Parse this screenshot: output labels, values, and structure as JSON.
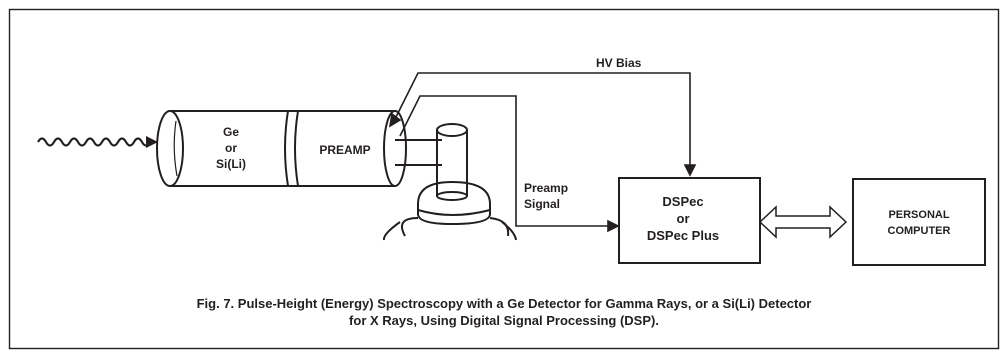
{
  "diagram": {
    "detector_label_lines": [
      "Ge",
      "or",
      "Si(Li)"
    ],
    "preamp_label": "PREAMP",
    "hv_bias_label": "HV Bias",
    "preamp_signal_lines": [
      "Preamp",
      "Signal"
    ],
    "dspec_label_lines": [
      "DSPec",
      "or",
      "DSPec Plus"
    ],
    "computer_label_lines": [
      "PERSONAL",
      "COMPUTER"
    ]
  },
  "caption": {
    "line1": "Fig. 7.  Pulse-Height (Energy) Spectroscopy with a Ge Detector for Gamma Rays, or a Si(Li) Detector",
    "line2": "for X Rays, Using Digital Signal Processing (DSP)."
  },
  "colors": {
    "ink": "#231f20",
    "background": "#ffffff"
  }
}
